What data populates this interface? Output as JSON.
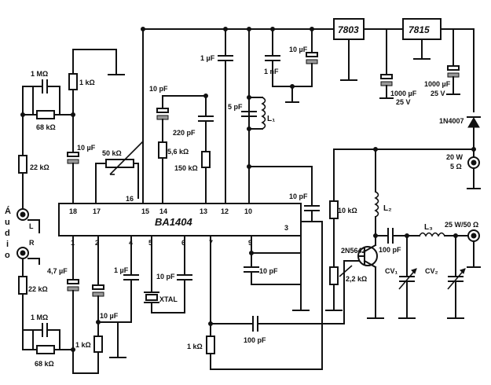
{
  "ic": {
    "name": "BA1404",
    "pins": {
      "p1": "1",
      "p2": "2",
      "p3": "3",
      "p4": "4",
      "p5": "5",
      "p6": "6",
      "p7": "7",
      "p9": "9",
      "p10": "10",
      "p12": "12",
      "p13": "13",
      "p14": "14",
      "p15": "15",
      "p16": "16",
      "p17": "17",
      "p18": "18"
    }
  },
  "regulators": {
    "r1": "7803",
    "r2": "7815"
  },
  "input": {
    "vertical_label": [
      "Á",
      "u",
      "d",
      "i",
      "o"
    ],
    "left": "L",
    "right": "R"
  },
  "labels": {
    "r_1m_top": "1 MΩ",
    "r_68k_top": "68 kΩ",
    "r_22k_top": "22 kΩ",
    "r_1k_top": "1 kΩ",
    "c_10uf_p18": "10 µF",
    "r_50k": "50 kΩ",
    "c_10pf_p14": "10 pF",
    "c_220pf": "220 pF",
    "r_5_6k": "5,6 kΩ",
    "r_150k": "150 kΩ",
    "c_1uf_top": "1 µF",
    "c_5pf": "5 pF",
    "l1": "L₁",
    "c_1nf": "1 nF",
    "c_10uf_top": "10 µF",
    "c_1000uf_a": "1000 µF",
    "v_25_a": "25 V",
    "c_1000uf_b": "1000 µF",
    "v_25_b": "25 V",
    "diode": "1N4007",
    "spk_w": "20 W",
    "spk_ohm": "5 Ω",
    "c_10pf_p3": "10 pF",
    "c_10pf_p9": "10 pF",
    "r_10k": "10 kΩ",
    "l2": "L₂",
    "transistor": "2N5642",
    "c_100pf_out": "100 pF",
    "l3": "L₃",
    "ant": "25 W/50 Ω",
    "r_2_2k": "2,2 kΩ",
    "cv1": "CV₁",
    "cv2": "CV₂",
    "c_4_7uf": "4,7 µF",
    "r_22k_bot": "22 kΩ",
    "c_10uf_p2": "10 µF",
    "c_1uf_p4": "1 µF",
    "xtal": "XTAL",
    "c_10pf_p6": "10 pF",
    "r_1m_bot": "1 MΩ",
    "r_68k_bot": "68 kΩ",
    "r_1k_bot": "1 kΩ",
    "r_1k_p7": "1 kΩ",
    "c_100pf_bot": "100 pF"
  }
}
